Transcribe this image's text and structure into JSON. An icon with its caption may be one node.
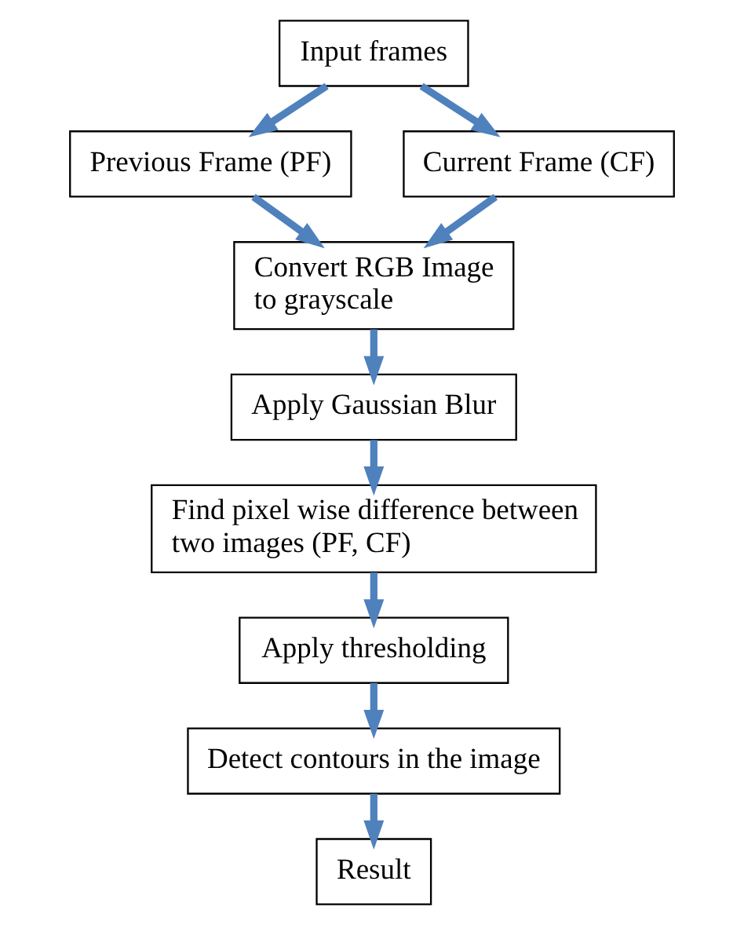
{
  "diagram": {
    "nodes": [
      {
        "text": [
          "Input frames"
        ]
      },
      {
        "text": [
          "Previous Frame (PF)"
        ]
      },
      {
        "text": [
          "Current Frame (CF)"
        ]
      },
      {
        "text": [
          "Convert RGB Image to grayscale"
        ]
      },
      {
        "text": [
          "Apply Gaussian Blur"
        ]
      },
      {
        "text": [
          "Find pixel wise difference between two images (PF, CF)"
        ]
      },
      {
        "text": [
          "Apply thresholding"
        ]
      },
      {
        "text": [
          "Detect contours in the image"
        ]
      },
      {
        "text": [
          "Result"
        ]
      }
    ],
    "edges": [
      {
        "from": 0,
        "to": 1,
        "arrow": "to"
      },
      {
        "from": 0,
        "to": 2,
        "arrow": "to"
      },
      {
        "from": 1,
        "to": 3,
        "arrow": "to"
      },
      {
        "from": 2,
        "to": 3,
        "arrow": "to"
      },
      {
        "from": 3,
        "to": 4,
        "arrow": "to"
      },
      {
        "from": 4,
        "to": 5,
        "arrow": "to"
      },
      {
        "from": 5,
        "to": 6,
        "arrow": "to"
      },
      {
        "from": 6,
        "to": 7,
        "arrow": "to"
      },
      {
        "from": 7,
        "to": 8,
        "arrow": "to"
      }
    ]
  }
}
